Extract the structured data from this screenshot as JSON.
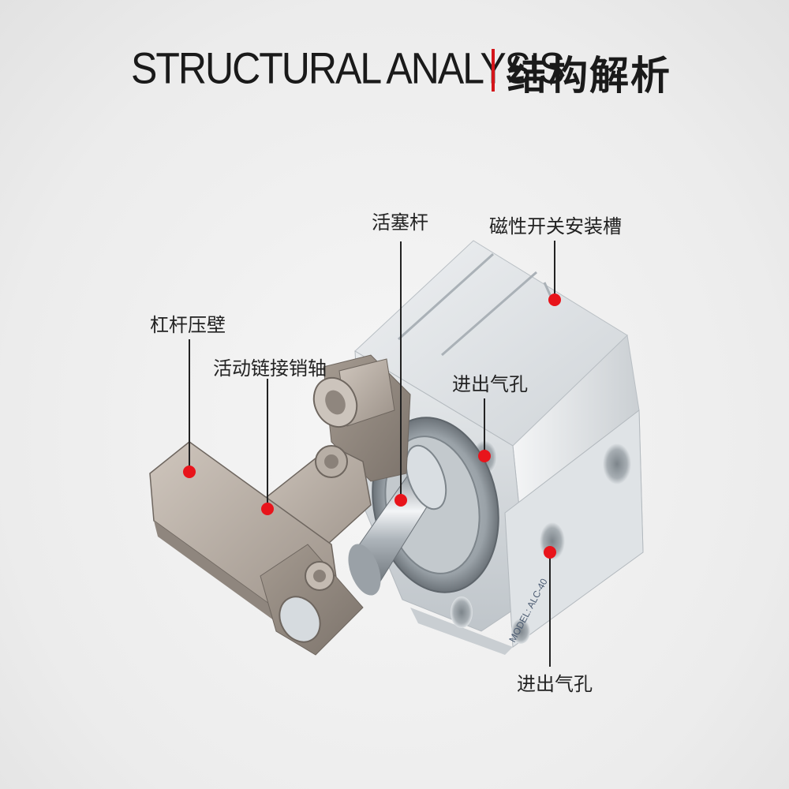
{
  "header": {
    "title_en": "STRUCTURAL ANALYSIS",
    "title_cn": "结构解析",
    "accent_color": "#d4161b"
  },
  "callouts": {
    "piston_rod": "活塞杆",
    "magnetic_switch_slot": "磁性开关安装槽",
    "lever_arm": "杠杆压壁",
    "link_pin": "活动链接销轴",
    "air_port_upper": "进出气孔",
    "air_port_lower": "进出气孔"
  },
  "product": {
    "model_label": "MODEL: ALC-40"
  },
  "colors": {
    "aluminum": "#d9dde0",
    "steel": "#b7ada4",
    "marker": "#e8141b"
  }
}
